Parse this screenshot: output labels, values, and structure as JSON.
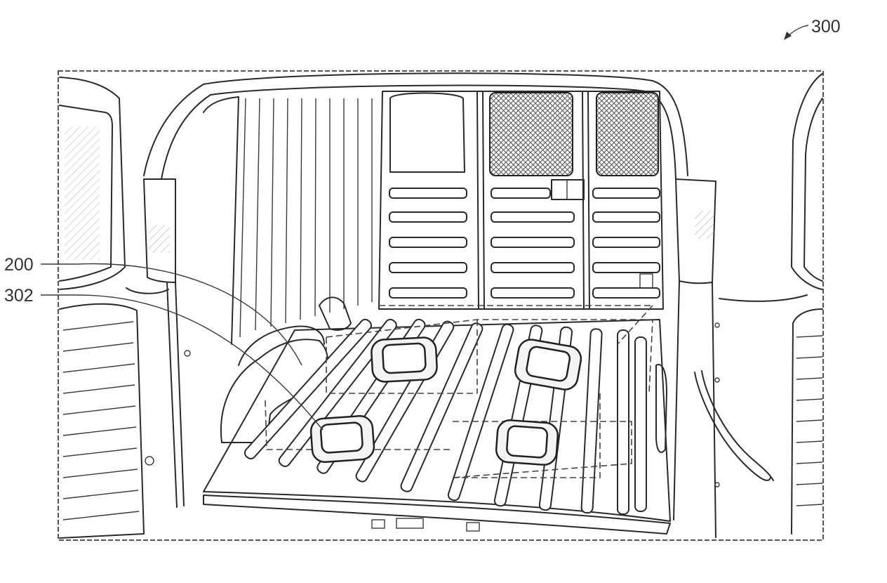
{
  "figure": {
    "figure_ref": "300",
    "callouts": [
      {
        "id": "callout-200",
        "label": "200"
      },
      {
        "id": "callout-302",
        "label": "302"
      }
    ]
  }
}
